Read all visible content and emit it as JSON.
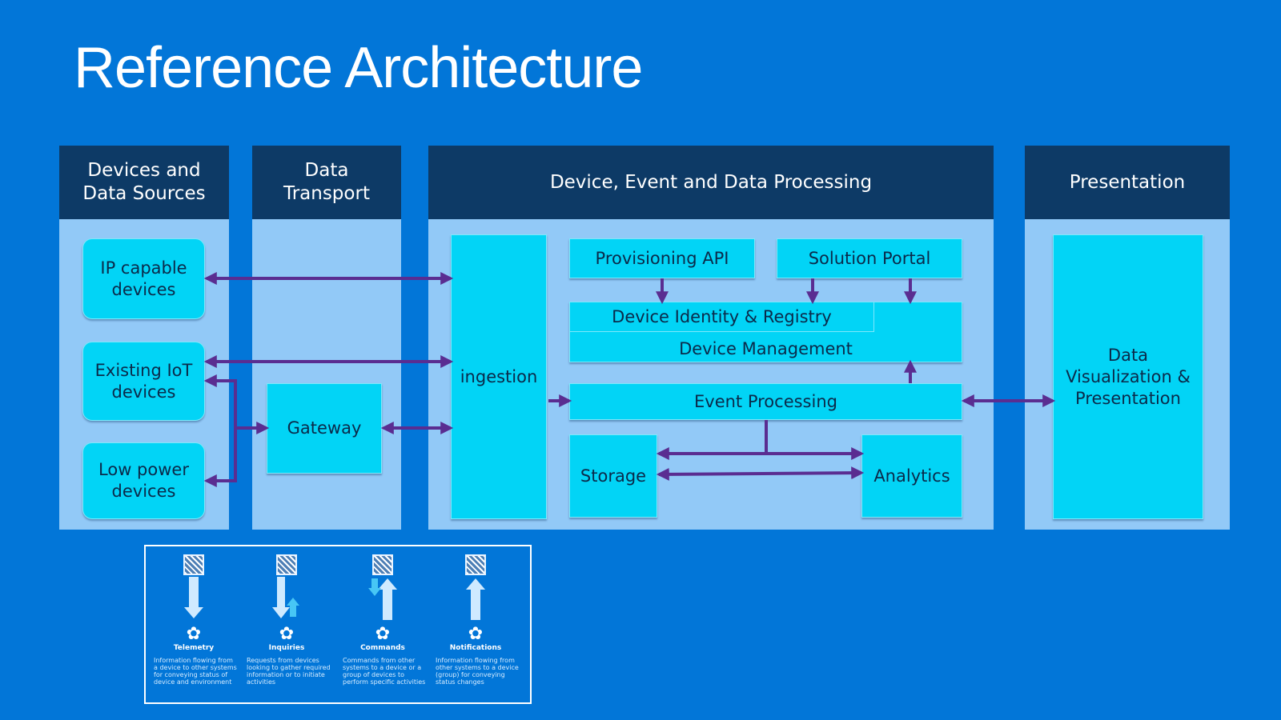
{
  "title": "Reference Architecture",
  "columns": {
    "devices": "Devices and\nData Sources",
    "transport": "Data\nTransport",
    "processing": "Device, Event and Data Processing",
    "presentation": "Presentation"
  },
  "boxes": {
    "ip_devices": "IP capable\ndevices",
    "existing_iot": "Existing IoT\ndevices",
    "low_power": "Low power\ndevices",
    "gateway": "Gateway",
    "ingestion": "ingestion",
    "provisioning_api": "Provisioning API",
    "solution_portal": "Solution Portal",
    "device_identity": "Device Identity & Registry",
    "device_management": "Device Management",
    "event_processing": "Event Processing",
    "storage": "Storage",
    "analytics": "Analytics",
    "data_viz": "Data\nVisualization &\nPresentation"
  },
  "legend": [
    {
      "name": "Telemetry",
      "desc": "Information flowing from\na device to other systems\nfor conveying status of\ndevice and environment"
    },
    {
      "name": "Inquiries",
      "desc": "Requests from devices\nlooking to gather required\ninformation or to initiate\nactivities"
    },
    {
      "name": "Commands",
      "desc": "Commands from other\nsystems to a device or a\ngroup of devices to\nperform specific activities"
    },
    {
      "name": "Notifications",
      "desc": "Information flowing from\nother systems to a device\n(group) for conveying\nstatus changes"
    }
  ],
  "colors": {
    "background": "#0276d8",
    "header": "#0d3a66",
    "column": "#92c9f7",
    "box": "#02d4f6",
    "arrow": "#5a2d91"
  }
}
